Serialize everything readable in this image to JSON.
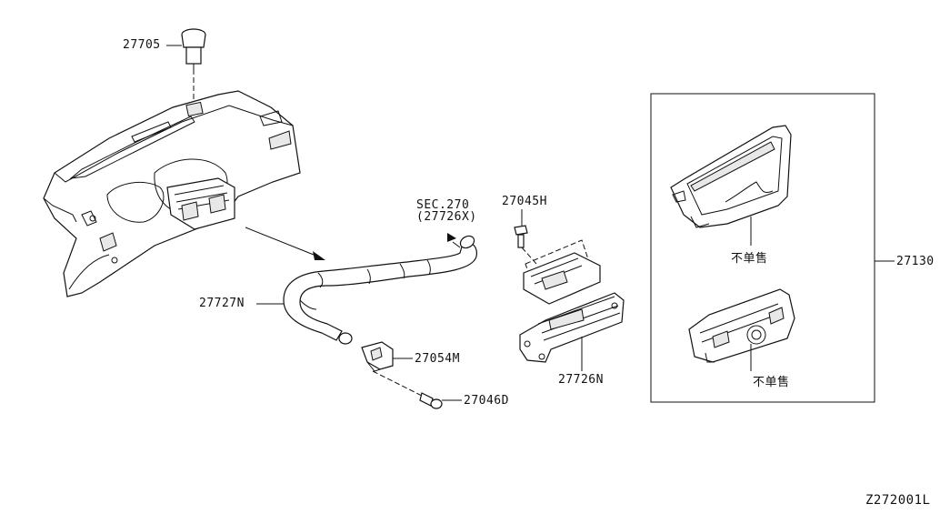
{
  "labels": {
    "p27705": "27705",
    "p27727N": "27727N",
    "sec_line1": "SEC.270",
    "sec_line2": "(27726X)",
    "p27045H": "27045H",
    "p27054M": "27054M",
    "p27046D": "27046D",
    "p27726N": "27726N",
    "p27130": "27130",
    "not_sold_1": "不单售",
    "not_sold_2": "不单售",
    "drawing_id": "Z272001L"
  }
}
